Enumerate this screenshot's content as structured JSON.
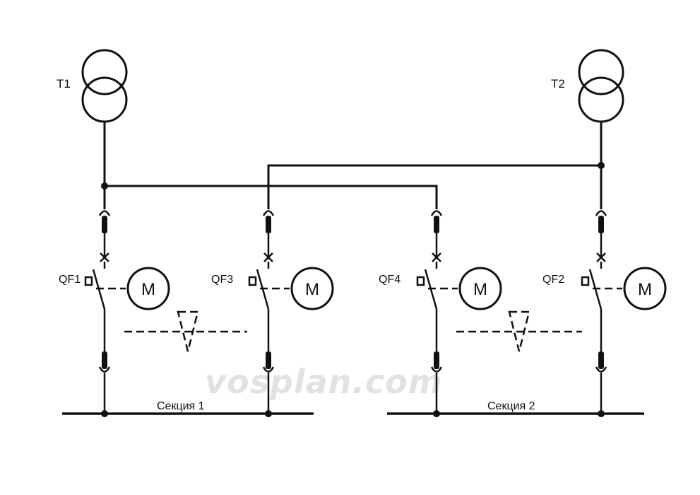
{
  "watermark": "vosplan.com",
  "transformers": [
    {
      "id": "T1",
      "label": "T1"
    },
    {
      "id": "T2",
      "label": "T2"
    }
  ],
  "breakers": [
    {
      "id": "QF1",
      "label": "QF1",
      "motor_label": "M"
    },
    {
      "id": "QF3",
      "label": "QF3",
      "motor_label": "M"
    },
    {
      "id": "QF4",
      "label": "QF4",
      "motor_label": "M"
    },
    {
      "id": "QF2",
      "label": "QF2",
      "motor_label": "M"
    }
  ],
  "sections": [
    {
      "id": "section-1",
      "label": "Секция 1"
    },
    {
      "id": "section-2",
      "label": "Секция 2"
    }
  ],
  "colors": {
    "line": "#111111",
    "background": "#ffffff",
    "watermark": "#d9d9d9"
  }
}
